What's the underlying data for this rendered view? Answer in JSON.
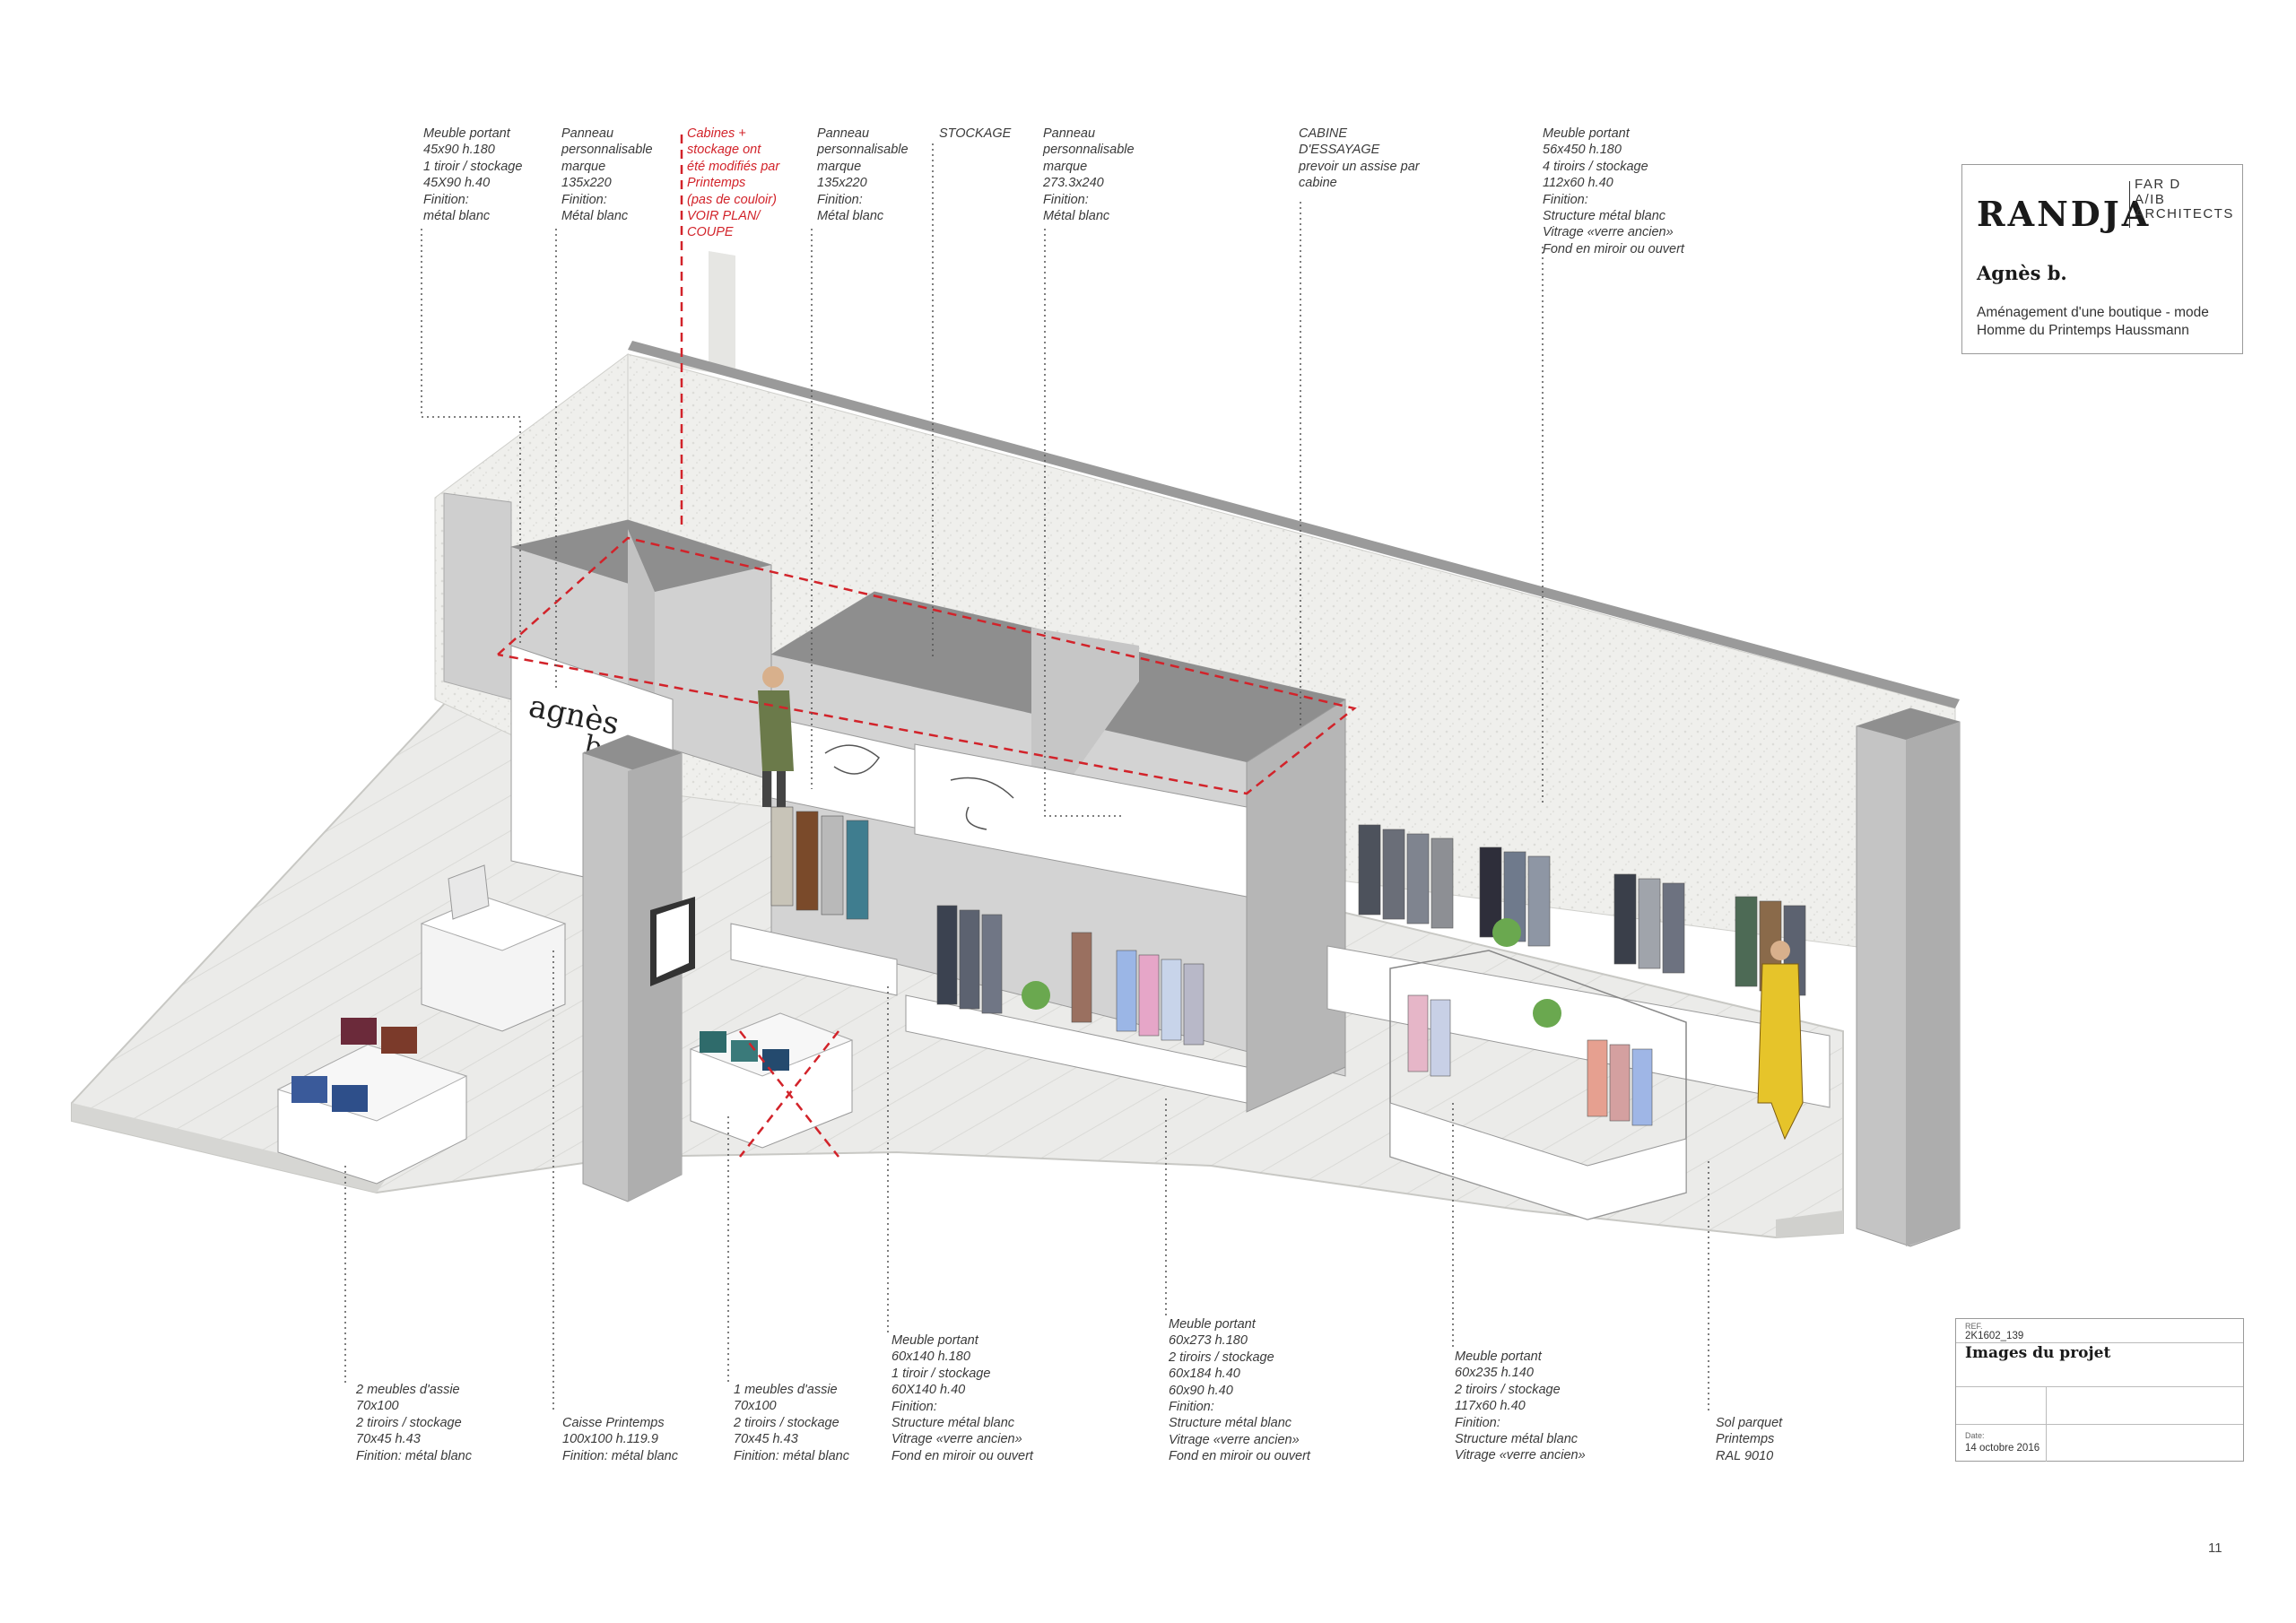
{
  "notes_top": [
    {
      "id": "meuble-portant-45x90",
      "lines": [
        "Meuble portant",
        "45x90 h.180",
        "1 tiroir / stockage",
        "45X90 h.40",
        "Finition:",
        "métal blanc"
      ]
    },
    {
      "id": "panneau-135x220-a",
      "lines": [
        "Panneau",
        "personnalisable",
        "marque",
        "135x220",
        "Finition:",
        "Métal blanc"
      ]
    },
    {
      "id": "cabines-modifiees",
      "lines": [
        "Cabines +",
        "stockage ont",
        "été modifiés par",
        "Printemps",
        "(pas de couloir)",
        "VOIR PLAN/",
        "COUPE"
      ],
      "color": "#d2232a"
    },
    {
      "id": "panneau-135x220-b",
      "lines": [
        "Panneau",
        "personnalisable",
        "marque",
        "135x220",
        "Finition:",
        "Métal blanc"
      ]
    },
    {
      "id": "stockage",
      "lines": [
        "STOCKAGE"
      ]
    },
    {
      "id": "panneau-273x240",
      "lines": [
        "Panneau",
        "personnalisable",
        "marque",
        "273.3x240",
        "Finition:",
        "Métal blanc"
      ]
    },
    {
      "id": "cabine-essayage",
      "lines": [
        "CABINE",
        "D'ESSAYAGE",
        "prevoir un assise par",
        "cabine"
      ]
    },
    {
      "id": "meuble-portant-56x450",
      "lines": [
        "Meuble portant",
        "56x450 h.180",
        "4 tiroirs / stockage",
        "112x60 h.40",
        "Finition:",
        "Structure métal blanc",
        "Vitrage «verre ancien»",
        "Fond en miroir  ou ouvert"
      ]
    }
  ],
  "notes_bottom": [
    {
      "id": "meubles-assise-2",
      "lines": [
        "2 meubles d'assie",
        "70x100",
        "2 tiroirs / stockage",
        "70x45 h.43",
        "Finition: métal blanc"
      ]
    },
    {
      "id": "caisse-printemps",
      "lines": [
        "Caisse Printemps",
        "100x100 h.119.9",
        "Finition: métal blanc"
      ]
    },
    {
      "id": "meuble-assise-1",
      "lines": [
        "1 meubles d'assie",
        "70x100",
        "2 tiroirs / stockage",
        "70x45 h.43",
        "Finition: métal blanc"
      ]
    },
    {
      "id": "meuble-portant-60x140",
      "lines": [
        "Meuble portant",
        "60x140 h.180",
        "1 tiroir / stockage",
        "60X140 h.40",
        "Finition:",
        "Structure métal blanc",
        "Vitrage «verre ancien»",
        "Fond en miroir  ou ouvert"
      ]
    },
    {
      "id": "meuble-portant-60x273",
      "lines": [
        "Meuble portant",
        "60x273 h.180",
        "2 tiroirs / stockage",
        "60x184 h.40",
        "60x90 h.40",
        "Finition:",
        "Structure métal blanc",
        "Vitrage «verre ancien»",
        "Fond en miroir  ou ouvert"
      ]
    },
    {
      "id": "meuble-portant-60x235",
      "lines": [
        "Meuble portant",
        "60x235 h.140",
        "2 tiroirs / stockage",
        "117x60 h.40",
        "Finition:",
        "Structure métal blanc",
        "Vitrage «verre ancien»"
      ]
    },
    {
      "id": "sol-parquet",
      "lines": [
        "Sol parquet",
        "Printemps",
        "RAL 9010"
      ]
    }
  ],
  "title_block": {
    "logo": "RANDJA",
    "logo_sub": [
      "FAR D",
      "A/IB",
      "ARCHITECTS"
    ],
    "brand": "Agnès b.",
    "description": [
      "Aménagement d'une boutique - mode",
      "Homme du Printemps Haussmann"
    ]
  },
  "cartouche": {
    "ref_label": "REF.",
    "ref": "2K1602_139",
    "title": "Images du projet",
    "date_label": "Date:",
    "date": "14 octobre 2016"
  },
  "page_number": "11",
  "sign_text": [
    "agnès",
    "b."
  ],
  "colors": {
    "annotation_red": "#d2232a",
    "annotation_text": "#3a3a3a",
    "wall": "#efefec",
    "concrete": "#bdbdbd",
    "floor": "#e9e9e7"
  }
}
